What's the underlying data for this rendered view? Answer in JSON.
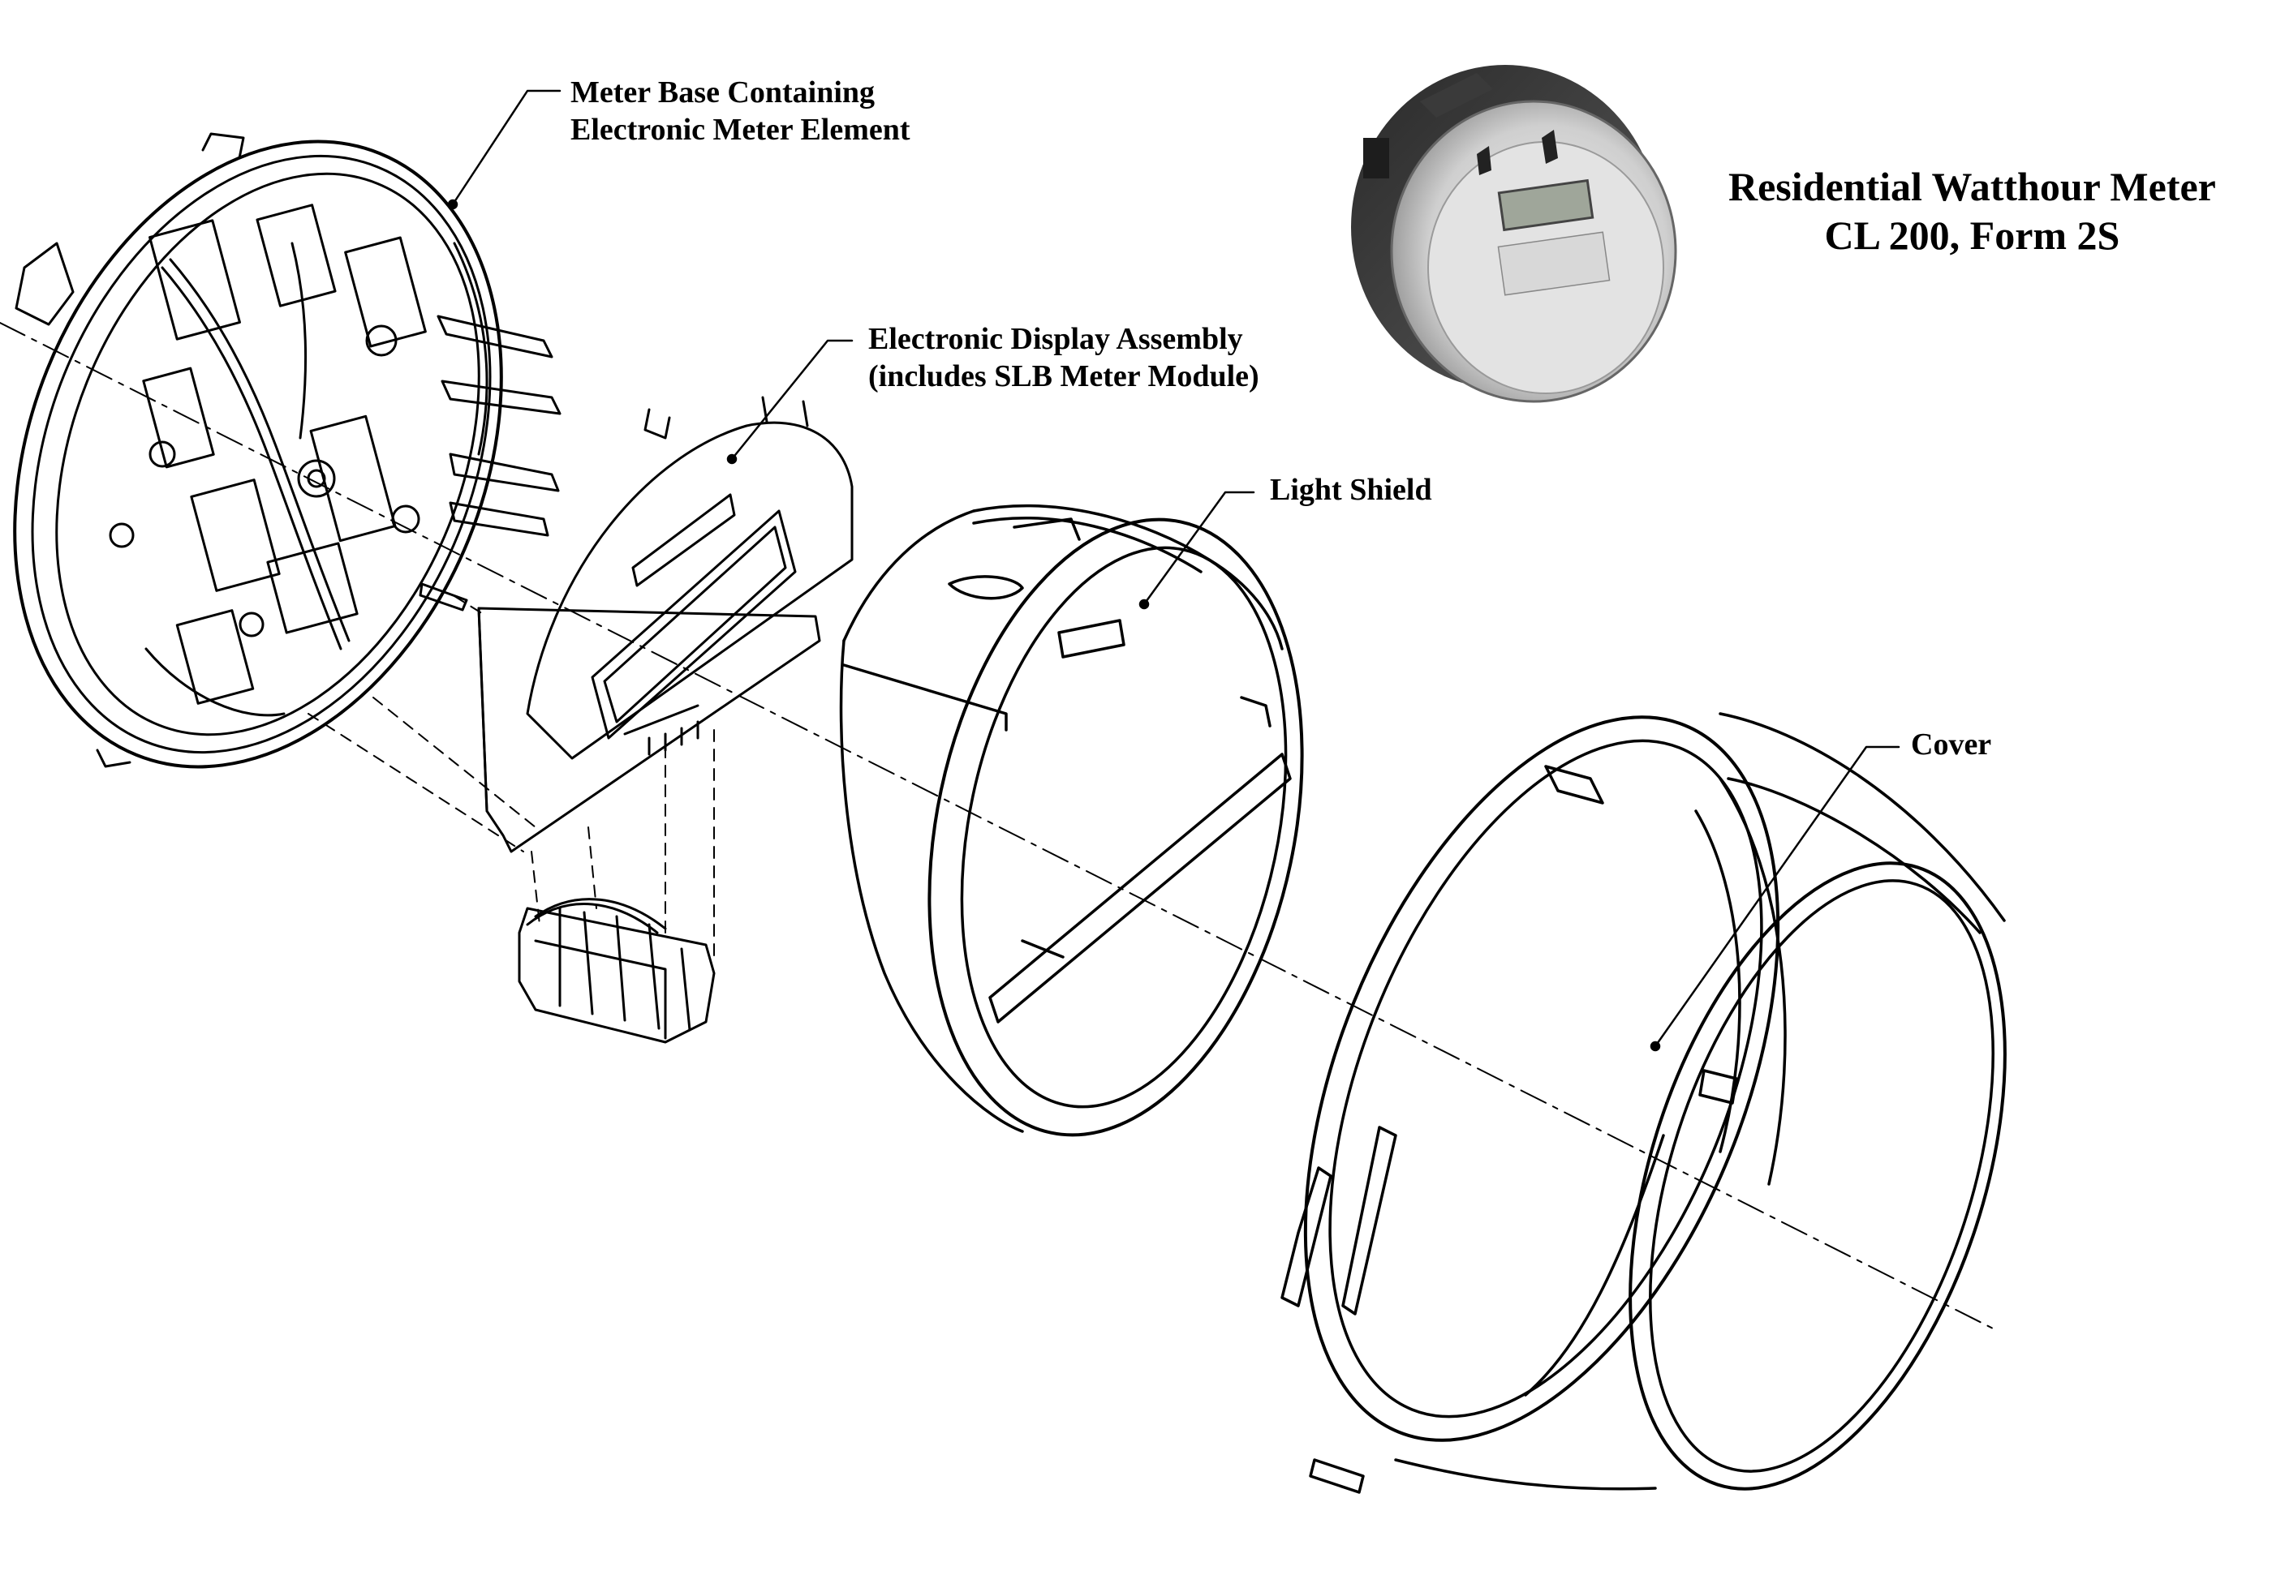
{
  "title": {
    "line1": "Residential Watthour Meter",
    "line2": "CL 200, Form 2S"
  },
  "callouts": {
    "meter_base": {
      "line1": "Meter Base Containing",
      "line2": "Electronic Meter Element"
    },
    "display_assembly": {
      "line1": "Electronic Display Assembly",
      "line2": "(includes SLB Meter Module)"
    },
    "light_shield": "Light Shield",
    "cover": "Cover"
  }
}
